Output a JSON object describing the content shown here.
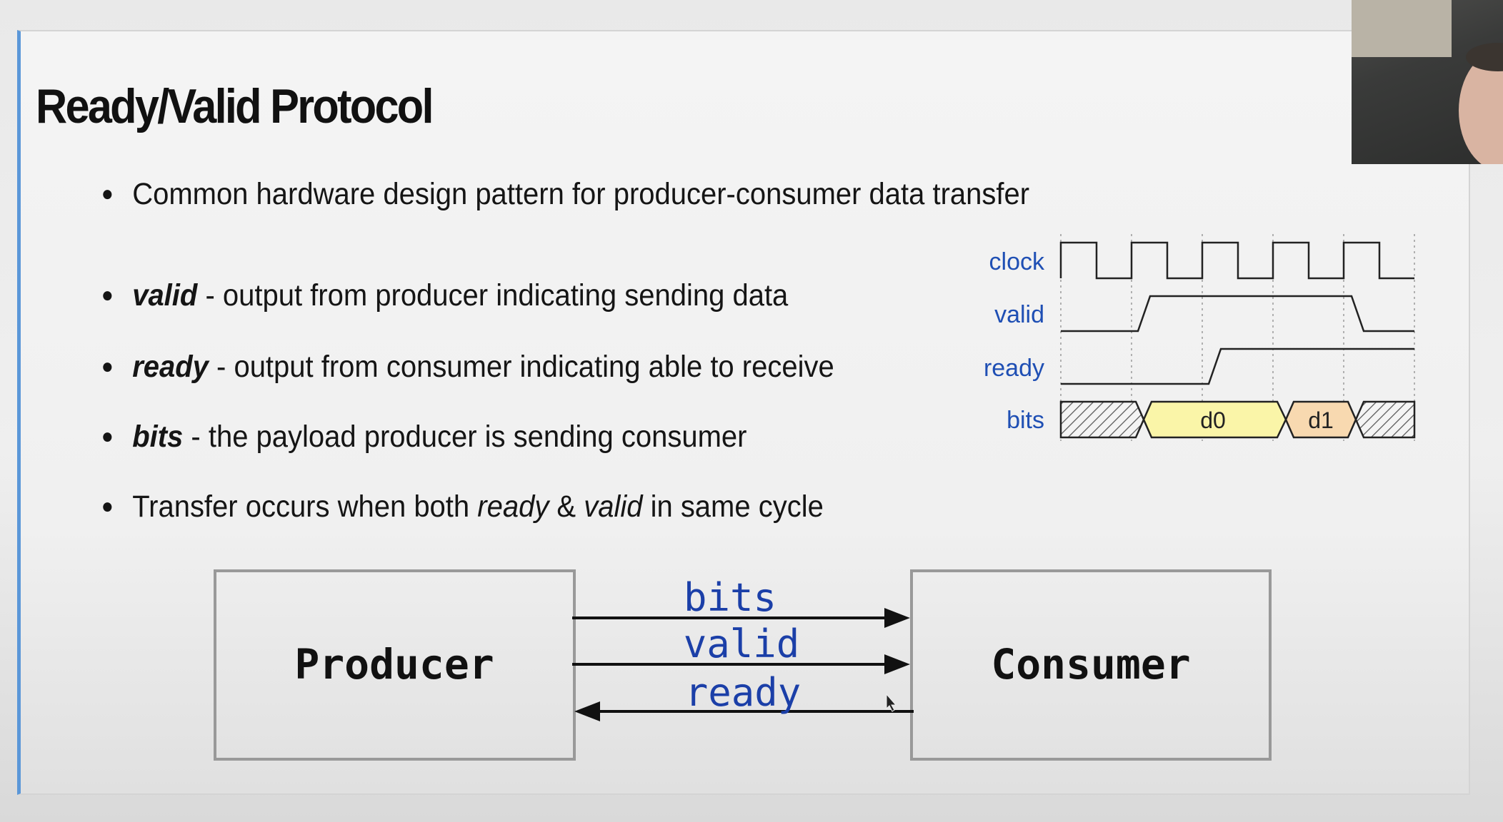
{
  "slide": {
    "title": "Ready/Valid Protocol",
    "bullets": {
      "b1": "Common hardware design pattern for producer-consumer data transfer",
      "b2_term": "valid",
      "b2_rest": " - output from producer indicating sending data",
      "b3_term": "ready",
      "b3_rest": " - output from consumer indicating able to receive",
      "b4_term": "bits",
      "b4_rest": " - the payload producer is sending consumer",
      "b5_pre": "Transfer occurs when both ",
      "b5_ready": "ready",
      "b5_amp": " & ",
      "b5_valid": "valid",
      "b5_post": " in same cycle"
    }
  },
  "timing": {
    "signals": [
      "clock",
      "valid",
      "ready",
      "bits"
    ],
    "data_labels": [
      "d0",
      "d1"
    ],
    "label_color": "#1f4fb4",
    "d0_color": "#faf5a8",
    "d1_color": "#f8d9b0"
  },
  "block": {
    "producer": "Producer",
    "consumer": "Consumer",
    "wires": [
      "bits",
      "valid",
      "ready"
    ],
    "wire_label_color": "#1b3fa8"
  }
}
